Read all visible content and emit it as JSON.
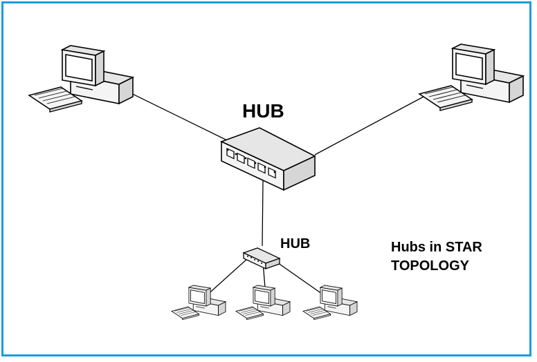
{
  "diagram": {
    "main_hub_label": "HUB",
    "small_hub_label": "HUB",
    "caption_line1": "Hubs in STAR",
    "caption_line2": "TOPOLOGY"
  },
  "colors": {
    "frame_border": "#1a9be0",
    "line": "#000000",
    "device_fill": "#f4f4f4",
    "device_shade": "#d6d6d6"
  },
  "icons": [
    "desktop-computer-icon",
    "hub-device-icon"
  ]
}
